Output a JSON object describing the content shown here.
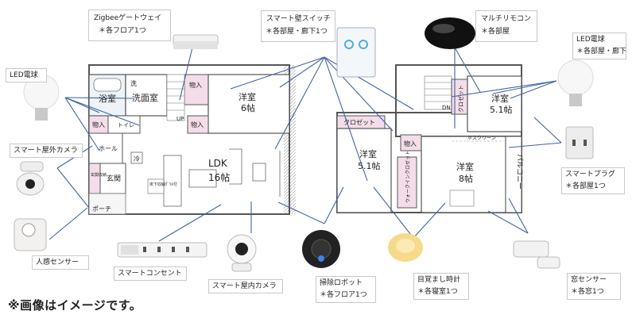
{
  "devices": {
    "zigbee": {
      "name": "Zigbeeゲートウェイ",
      "note": "＊各フロア1つ"
    },
    "wall_switch": {
      "name": "スマート壁スイッチ",
      "note": "＊各部屋・廊下1つ"
    },
    "multi_remote": {
      "name": "マルチリモコン",
      "note": "＊各部屋"
    },
    "led_left": {
      "name": "LED電球"
    },
    "led_right": {
      "name": "LED電球",
      "note": "＊各部屋・廊下"
    },
    "outdoor_camera": {
      "name": "スマート屋外カメラ"
    },
    "smart_plug": {
      "name": "スマートプラグ",
      "note": "＊各部屋1つ"
    },
    "motion_sensor": {
      "name": "人感センサー"
    },
    "smart_outlet": {
      "name": "スマートコンセント"
    },
    "indoor_camera": {
      "name": "スマート屋内カメラ"
    },
    "robot_vacuum": {
      "name": "掃除ロボット",
      "note": "＊各フロア1つ"
    },
    "alarm_clock": {
      "name": "目覚まし時計",
      "note": "＊各寝室1つ"
    },
    "window_sensor": {
      "name": "窓センサー",
      "note": "＊各窓1つ"
    }
  },
  "floor1": {
    "bath": "浴室",
    "washroom": "洗面室",
    "wash": "洗",
    "storage1": "物入",
    "storage2": "物入",
    "storage3": "物入",
    "western_room": "洋室",
    "western_size": "6帖",
    "toilet": "トイレ",
    "hall": "ホール",
    "shoe_storage": "玄関収納",
    "entrance": "玄関",
    "ldk": "LDK",
    "ldk_size": "16帖",
    "fridge": "冷",
    "floor_storage": "床下収納",
    "pantry": "ｸﾞﾘﾙ付",
    "up": "UP",
    "porch": "ポーチ"
  },
  "floor2": {
    "closet1": "クロゼット",
    "closet2": "クロゼット",
    "walk_in": "ウォークインクロゼット",
    "storage": "物入",
    "western_a": "洋室",
    "western_a_size": "5.1帖",
    "western_b": "洋室",
    "western_b_size": "5.1帖",
    "western_c": "洋室",
    "western_c_size": "8帖",
    "screen": "ホスクリーン",
    "balcony": "バルコニー",
    "dn": "DN"
  },
  "footnote": "※画像はイメージです。"
}
